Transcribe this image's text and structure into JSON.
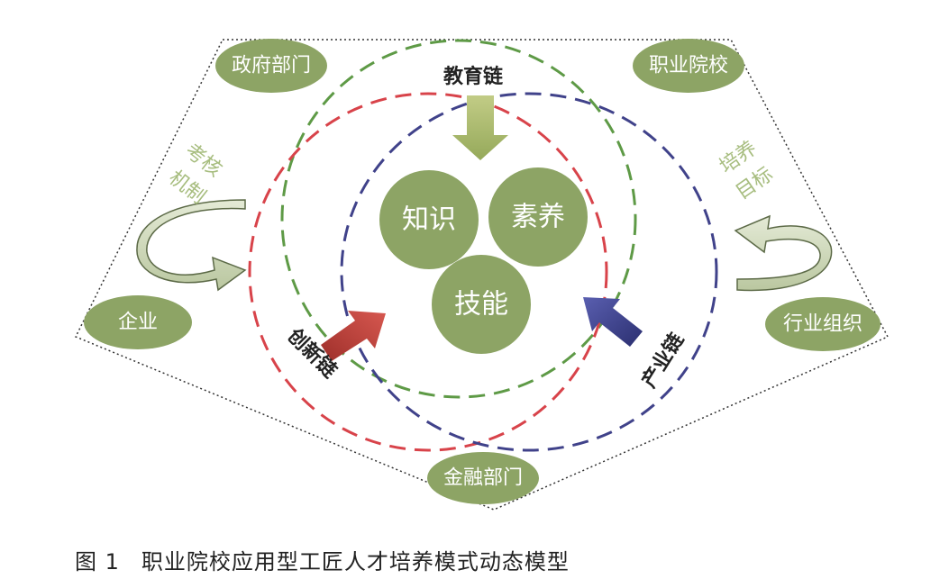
{
  "nodes": {
    "gov": "政府部门",
    "school": "职业院校",
    "enterprise": "企业",
    "industry": "行业组织",
    "finance": "金融部门"
  },
  "core": {
    "knowledge": "知识",
    "literacy": "素养",
    "skill": "技能"
  },
  "chains": {
    "education": "教育链",
    "innovation": "创新链",
    "industry": "产业链"
  },
  "side": {
    "left_line1": "考核",
    "left_line2": "机制",
    "right_line1": "培养",
    "right_line2": "目标"
  },
  "caption": {
    "number": "图 1",
    "title": "职业院校应用型工匠人才培养模式动态模型"
  },
  "colors": {
    "node_fill": "#8da465",
    "education_chain": "#5e9a46",
    "innovation_chain": "#d8434a",
    "industry_chain": "#40428a",
    "education_arrow": "#a8b96c",
    "innovation_arrow": "#b83a33",
    "industry_arrow": "#3a3f8c",
    "curl_arrow": "#c9d4b0"
  }
}
